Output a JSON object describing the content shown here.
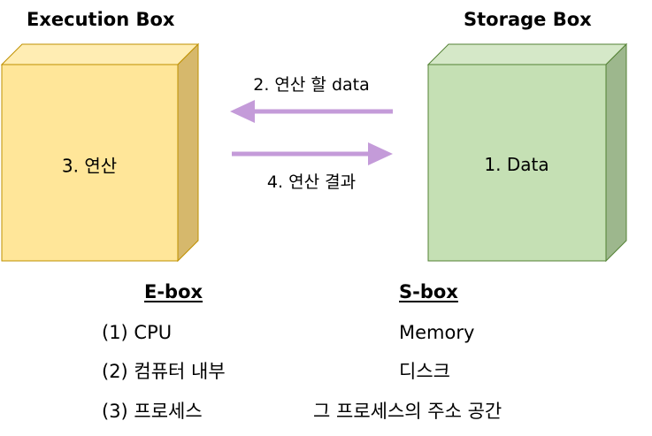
{
  "diagram": {
    "execution_box": {
      "title": "Execution Box",
      "label": "3. 연산",
      "colors": {
        "front": "#FFE699",
        "side": "#D6B86C",
        "top": "#FFEDB3",
        "stroke": "#BF9000"
      }
    },
    "storage_box": {
      "title": "Storage Box",
      "label": "1. Data",
      "colors": {
        "front": "#C5E0B4",
        "side": "#9DB78D",
        "top": "#D5E8C8",
        "stroke": "#548235"
      }
    },
    "arrows": {
      "color": "#C49BD9",
      "to_execution_label": "2. 연산 할 data",
      "to_storage_label": "4. 연산 결과"
    }
  },
  "legend": {
    "ebox": {
      "heading": "E-box",
      "items": [
        "(1) CPU",
        "(2) 컴퓨터 내부",
        "(3) 프로세스"
      ]
    },
    "sbox": {
      "heading": "S-box",
      "items": [
        "Memory",
        "디스크",
        "그 프로세스의 주소 공간"
      ]
    }
  }
}
